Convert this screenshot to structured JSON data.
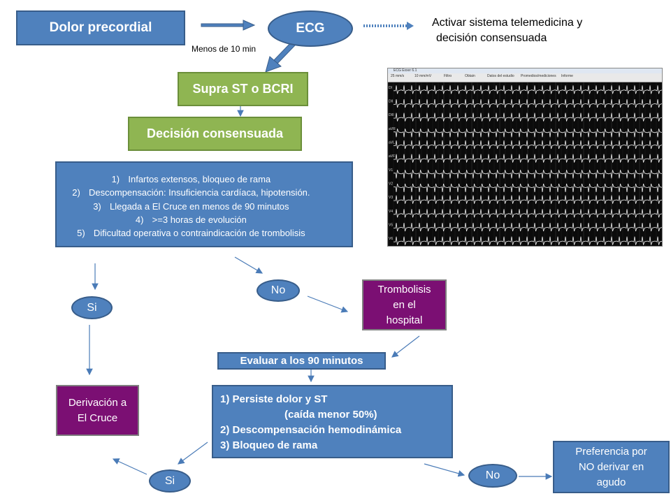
{
  "nodes": {
    "dolor_precordial": "Dolor precordial",
    "ecg": "ECG",
    "activar_line1": "Activar sistema telemedicina y",
    "activar_line2": "decisión consensuada",
    "menos_10_min": "Menos de 10 min",
    "supra_st": "Supra ST o BCRI",
    "decision_consensuada": "Decisión consensuada",
    "criteria": [
      {
        "num": "1)",
        "text": "Infartos extensos, bloqueo de rama"
      },
      {
        "num": "2)",
        "text": "Descompensación:  Insuficiencia cardíaca, hipotensión."
      },
      {
        "num": "3)",
        "text": "Llegada a El Cruce en menos de 90 minutos"
      },
      {
        "num": "4)",
        "text": ">=3 horas de evolución"
      },
      {
        "num": "5)",
        "text": "Dificultad  operativa o contraindicación de trombolisis"
      }
    ],
    "si_1": "Si",
    "no_1": "No",
    "trombolisis_l1": "Trombolisis",
    "trombolisis_l2": "en el",
    "trombolisis_l3": "hospital",
    "evaluar": "Evaluar a los 90 minutos",
    "persiste": [
      "1) Persiste dolor y ST",
      "(caída menor 50%)",
      "2) Descompensación hemodinámica",
      "3) Bloqueo de rama"
    ],
    "derivacion_l1": "Derivación a",
    "derivacion_l2": "El Cruce",
    "si_2": "Si",
    "no_2": "No",
    "preferencia_l1": "Preferencia por",
    "preferencia_l2": "NO derivar en",
    "preferencia_l3": "agudo"
  },
  "ecg_image": {
    "window_title": "ECG Exxer 6.1",
    "toolbar": [
      "25 mm/s",
      "10 mm/mV",
      "Filtro",
      "Obtain",
      "Datos del estudio",
      "Promedios/mediciones",
      "Informe"
    ],
    "leads": [
      "DI",
      "DII",
      "DIII",
      "aVR",
      "aVL",
      "aVF",
      "V1",
      "V2",
      "V3",
      "V4",
      "V5",
      "V6"
    ]
  },
  "colors": {
    "blue": "#4f81bd",
    "green": "#8fb552",
    "purple": "#7b0f73",
    "arrow": "#4a7bb7"
  }
}
